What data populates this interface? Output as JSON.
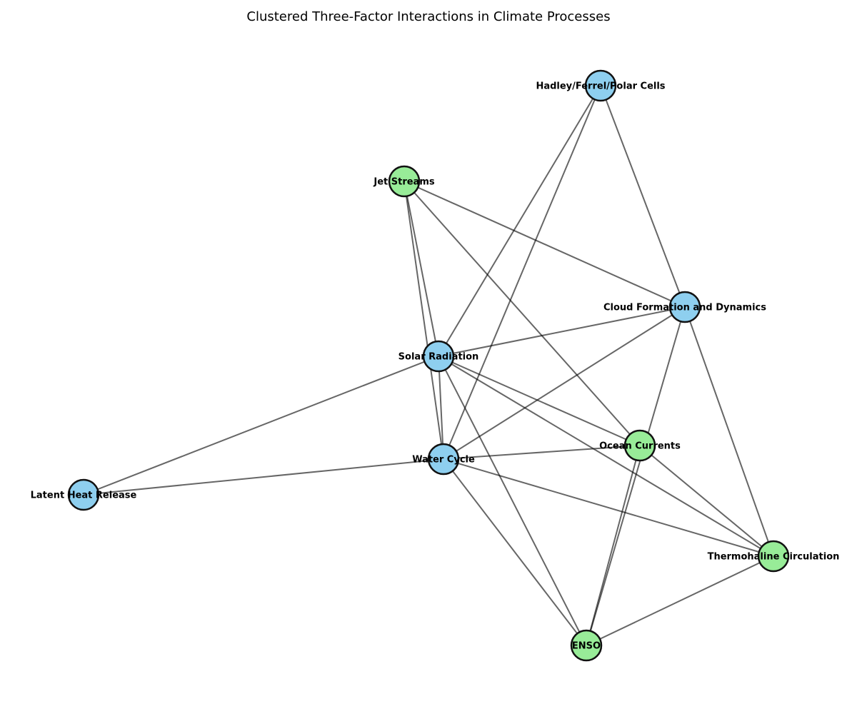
{
  "title": "Clustered Three-Factor Interactions in Climate Processes",
  "colors": {
    "cluster_a": "#8ecfef",
    "cluster_b": "#98ec98",
    "node_stroke": "#111111",
    "edge": "#000000"
  },
  "nodes": [
    {
      "id": "hadley",
      "label": "Hadley/Ferrel/Polar Cells",
      "cluster": "cluster_a"
    },
    {
      "id": "jet",
      "label": "Jet Streams",
      "cluster": "cluster_b"
    },
    {
      "id": "cloud",
      "label": "Cloud Formation and Dynamics",
      "cluster": "cluster_a"
    },
    {
      "id": "solar",
      "label": "Solar Radiation",
      "cluster": "cluster_a"
    },
    {
      "id": "ocean",
      "label": "Ocean Currents",
      "cluster": "cluster_b"
    },
    {
      "id": "water",
      "label": "Water Cycle",
      "cluster": "cluster_a"
    },
    {
      "id": "latent",
      "label": "Latent Heat Release",
      "cluster": "cluster_a"
    },
    {
      "id": "thermo",
      "label": "Thermohaline Circulation",
      "cluster": "cluster_b"
    },
    {
      "id": "enso",
      "label": "ENSO",
      "cluster": "cluster_b"
    }
  ],
  "edges": [
    [
      "hadley",
      "solar"
    ],
    [
      "hadley",
      "water"
    ],
    [
      "hadley",
      "cloud"
    ],
    [
      "jet",
      "solar"
    ],
    [
      "jet",
      "water"
    ],
    [
      "jet",
      "cloud"
    ],
    [
      "jet",
      "ocean"
    ],
    [
      "cloud",
      "solar"
    ],
    [
      "cloud",
      "water"
    ],
    [
      "cloud",
      "enso"
    ],
    [
      "cloud",
      "thermo"
    ],
    [
      "solar",
      "water"
    ],
    [
      "solar",
      "latent"
    ],
    [
      "solar",
      "ocean"
    ],
    [
      "solar",
      "thermo"
    ],
    [
      "solar",
      "enso"
    ],
    [
      "water",
      "latent"
    ],
    [
      "water",
      "ocean"
    ],
    [
      "water",
      "thermo"
    ],
    [
      "water",
      "enso"
    ],
    [
      "ocean",
      "enso"
    ],
    [
      "ocean",
      "thermo"
    ],
    [
      "thermo",
      "enso"
    ]
  ]
}
